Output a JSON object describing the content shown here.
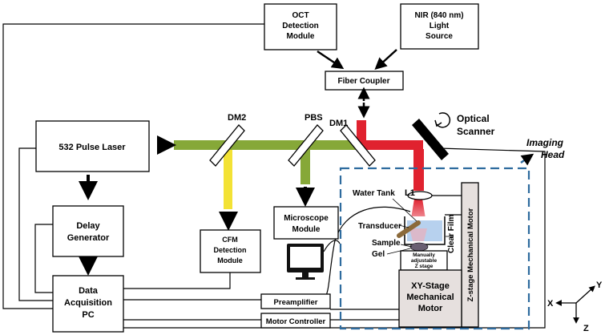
{
  "labels": {
    "oct_line1": "OCT",
    "oct_line2": "Detection",
    "oct_line3": "Module",
    "nir_line1": "NIR (840 nm)",
    "nir_line2": "Light",
    "nir_line3": "Source",
    "fiber_coupler": "Fiber Coupler",
    "optical_line1": "Optical",
    "optical_line2": "Scanner",
    "imaging_line1": "Imaging",
    "imaging_line2": "Head",
    "dm2": "DM2",
    "pbs": "PBS",
    "dm1": "DM1",
    "laser": "532 Pulse Laser",
    "delay_line1": "Delay",
    "delay_line2": "Generator",
    "cfm_line1": "CFM",
    "cfm_line2": "Detection",
    "cfm_line3": "Module",
    "microscope_line1": "Microscope",
    "microscope_line2": "Module",
    "daq_line1": "Data",
    "daq_line2": "Acquisition",
    "daq_line3": "PC",
    "preamplifier": "Preamplifier",
    "motor_controller": "Motor Controller",
    "water_tank": "Water Tank",
    "l1": "L1",
    "transducer": "Transducer",
    "sample": "Sample",
    "gel": "Gel",
    "manual_line1": "Manually",
    "manual_line2": "adjustable",
    "manual_line3": "Z stage",
    "clear_film": "Clear Film",
    "z_motor": "Z-stage Mechanical Motor",
    "xy_line1": "XY-Stage",
    "xy_line2": "Mechanical",
    "xy_line3": "Motor",
    "axis_x": "X",
    "axis_y": "Y",
    "axis_z": "Z"
  },
  "colors": {
    "green_beam": "#86a838",
    "red_beam": "#e0222f",
    "yellow_beam": "#f3e235",
    "dashed_box": "#2e6b9e"
  }
}
